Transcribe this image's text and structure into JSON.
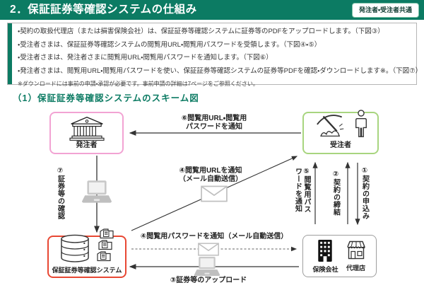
{
  "header": {
    "title": "2．保証証券等確認システムの仕組み",
    "badge": "発注者・受注者共通"
  },
  "bullets": [
    "・契約の取扱代理店（または損害保険会社）は、保証証券等確認システムに証券等のPDFをアップロードします。（下図③）",
    "・受注者さまは、保証証券等確認システムの閲覧用URL・閲覧用パスワードを受領します。（下図④・⑤）",
    "・受注者さまは、発注者さまに閲覧用URL・閲覧用パスワードを通知します。（下図⑥）",
    "・発注者さまは、閲覧用URL・閲覧用パスワードを使い、保証証券等確認システムの証券等PDFを確認・ダウンロードします※。（下図⑦）"
  ],
  "note": "※ダウンロードには事前の申請・承認が必要です。事前申請の詳細は7ページをご参照ください。",
  "section_title": "（1）保証証券等確認システムのスキーム図",
  "diagram": {
    "nodes": {
      "orderer": {
        "label": "発注者"
      },
      "contractor": {
        "label": "受注者"
      },
      "system": {
        "label": "保証証券等確認システム"
      },
      "insurer": {
        "label": "保険会社"
      },
      "agency": {
        "label": "代理店"
      }
    },
    "arrows": {
      "step6": {
        "line1": "⑥閲覧用URL・閲覧用",
        "line2": "パスワードを通知"
      },
      "step7": {
        "label": "⑦証券等の確認"
      },
      "step4_url": {
        "line1": "④閲覧用URLを通知",
        "line2": "（メール自動送信）"
      },
      "step5": {
        "label": "⑤閲覧用パスワードを通知"
      },
      "step2": {
        "label": "②契約の締結"
      },
      "step1": {
        "label": "①契約の申込み"
      },
      "step4_pass": {
        "label": "④閲覧用パスワードを通知（メール自動送信）"
      },
      "step3": {
        "label": "③証券等のアップロード"
      }
    }
  },
  "colors": {
    "header_green": "#0c7b63",
    "orderer_pink": "#f2a3d3",
    "contractor_green": "#a8d57f",
    "system_red": "#e84733",
    "partner_gray": "#9e9e9e",
    "text_dark": "#333333"
  }
}
